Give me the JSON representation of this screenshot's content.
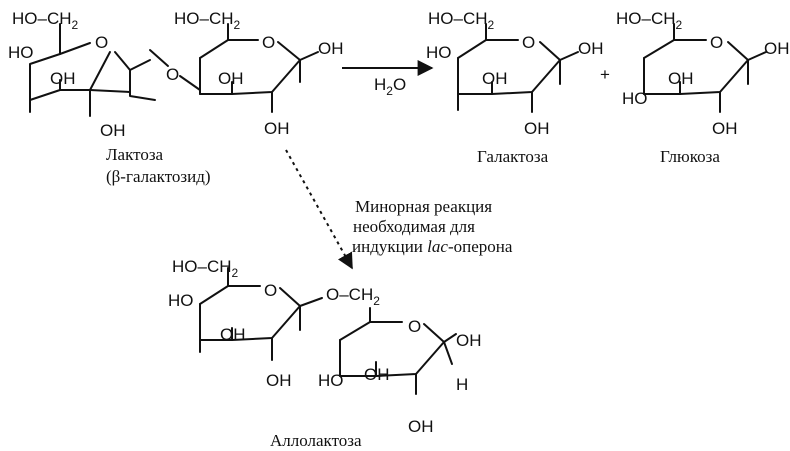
{
  "labels": {
    "ho_ch2": "HO–CH",
    "ch2_sub": "2",
    "oh": "OH",
    "o": "O",
    "h": "H",
    "o_ch": "O–CH",
    "h2o_h": "H",
    "h2o_sub": "2",
    "h2o_o": "O",
    "plus": "+"
  },
  "captions": {
    "lactose": "Лактоза",
    "lactose_sub": "(β-галактозид)",
    "galactose": "Галактоза",
    "glucose": "Глюкоза",
    "allolactose": "Аллолактоза",
    "reaction_line1": "Минорная реакция",
    "reaction_line2": "необходимая для",
    "reaction_line3_pre": "индукции ",
    "reaction_line3_italic": "lac",
    "reaction_line3_post": "-оперона"
  }
}
